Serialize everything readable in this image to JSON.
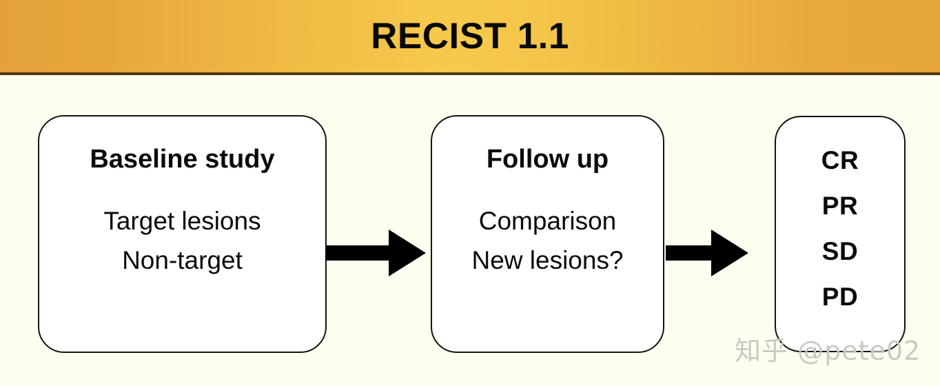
{
  "header": {
    "title": "RECIST 1.1",
    "background_start": "#e3a139",
    "background_mid": "#f6c94c",
    "background_end": "#e6a63a",
    "rule_color": "#4c3b12"
  },
  "page": {
    "background": "#fefef0",
    "text_color": "#0a0a0a"
  },
  "diagram": {
    "type": "flowchart",
    "direction": "left-to-right",
    "nodes": [
      {
        "id": "baseline",
        "heading": "Baseline study",
        "lines": [
          "Target lesions",
          "Non-target"
        ]
      },
      {
        "id": "followup",
        "heading": "Follow up",
        "lines": [
          "Comparison",
          "New lesions?"
        ]
      },
      {
        "id": "response",
        "heading": "",
        "items": [
          "CR",
          "PR",
          "SD",
          "PD"
        ]
      }
    ],
    "connectors": [
      {
        "id": "arrow-1",
        "from": "baseline",
        "to": "followup",
        "glyph": "arrow-right-icon"
      },
      {
        "id": "arrow-2",
        "from": "followup",
        "to": "response",
        "glyph": "arrow-right-icon"
      }
    ],
    "node_fill": "#ffffff",
    "node_border": "#15110c",
    "arrow_color": "#000000"
  },
  "watermark": {
    "text": "知乎 @pete02",
    "color": "#c9c9c2"
  }
}
